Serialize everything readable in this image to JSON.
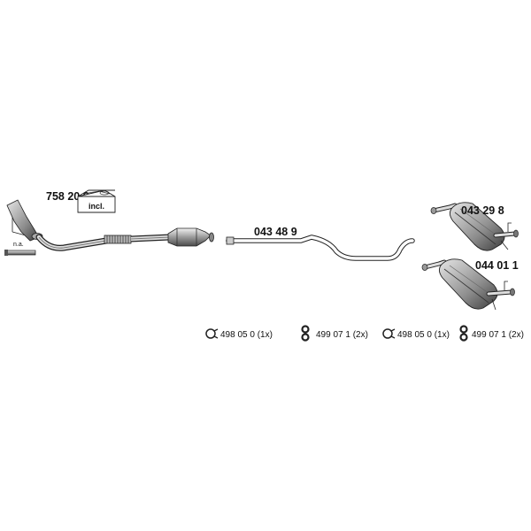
{
  "parts": {
    "front_pipe": "758 20 8",
    "middle_pipe": "043 48 9",
    "rear_muffler_a": "043 29 8",
    "rear_muffler_b": "044 01 1"
  },
  "labels": {
    "na": "n.a.",
    "incl": "incl."
  },
  "accessories": [
    {
      "icon": "clamp-ring",
      "text": "498 05 0 (1x)"
    },
    {
      "icon": "rubber-hanger",
      "text": "499 07 1 (2x)"
    },
    {
      "icon": "clamp-ring",
      "text": "498 05 0 (1x)"
    },
    {
      "icon": "rubber-hanger",
      "text": "499 07 1 (2x)"
    }
  ]
}
